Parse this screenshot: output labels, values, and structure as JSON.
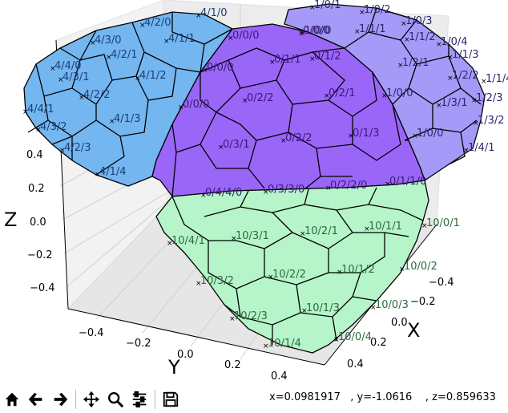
{
  "coords": {
    "x": "x=0.0981917",
    "y": ", y=-1.0616",
    "z": ", z=0.859633"
  },
  "axes": {
    "xlabel": "X",
    "ylabel": "Y",
    "zlabel": "Z",
    "z_ticks": [
      "0.4",
      "0.2",
      "0.0",
      "−0.2",
      "−0.4"
    ],
    "y_ticks": [
      "−0.4",
      "−0.2",
      "0.0",
      "0.2",
      "0.4"
    ],
    "x_ticks": [
      "−0.4",
      "−0.2",
      "0.0",
      "0.2",
      "0.4"
    ]
  },
  "colors": {
    "blue": "#74b6f0",
    "purple": "#a678f6",
    "purple_dark": "#9a66f8",
    "periwinkle": "#a69af8",
    "green": "#b5f5c9"
  },
  "toolbar": [
    {
      "name": "home-icon",
      "icon": "home"
    },
    {
      "name": "back-icon",
      "icon": "back"
    },
    {
      "name": "forward-icon",
      "icon": "forward"
    },
    {
      "name": "pan-icon",
      "icon": "pan"
    },
    {
      "name": "zoom-icon",
      "icon": "zoom"
    },
    {
      "name": "configure-subplots-icon",
      "icon": "sliders"
    },
    {
      "name": "save-icon",
      "icon": "save"
    }
  ],
  "cell_labels": {
    "blue": [
      "4/1/0",
      "4/2/0",
      "4/1/1",
      "4/3/0",
      "4/2/1",
      "4/4/0",
      "4/3/1",
      "4/1/2",
      "4/4/1",
      "4/2/2",
      "4/3/2",
      "4/1/3",
      "4/2/3",
      "4/1/4"
    ],
    "purple": [
      "0/0/0",
      "0/1/1",
      "0/0/0",
      "0/2/2",
      "0/0/0",
      "0/2/1",
      "0/1/2",
      "0/0/0",
      "0/3/1",
      "0/2/2",
      "0/1/3",
      "0/4/4/0",
      "0/3/3/0",
      "0/2/2/0",
      "0/1/1/0"
    ],
    "periwinkle": [
      "1/0/1",
      "1/0/2",
      "1/0/3",
      "1/1/1",
      "1/0/0",
      "1/1/2",
      "1/0/4",
      "1/2/1",
      "1/1/3",
      "1/2/2",
      "1/3/1",
      "1/0/0",
      "1/1/4",
      "1/2/3",
      "1/3/2",
      "1/4/1",
      "1/0/0"
    ],
    "green": [
      "10/0/1",
      "10/0/2",
      "10/0/3",
      "10/0/4",
      "10/4/1",
      "10/3/1",
      "10/2/1",
      "10/1/1",
      "10/3/2",
      "10/2/2",
      "10/1/2",
      "10/2/3",
      "10/1/3",
      "10/1/4"
    ]
  }
}
